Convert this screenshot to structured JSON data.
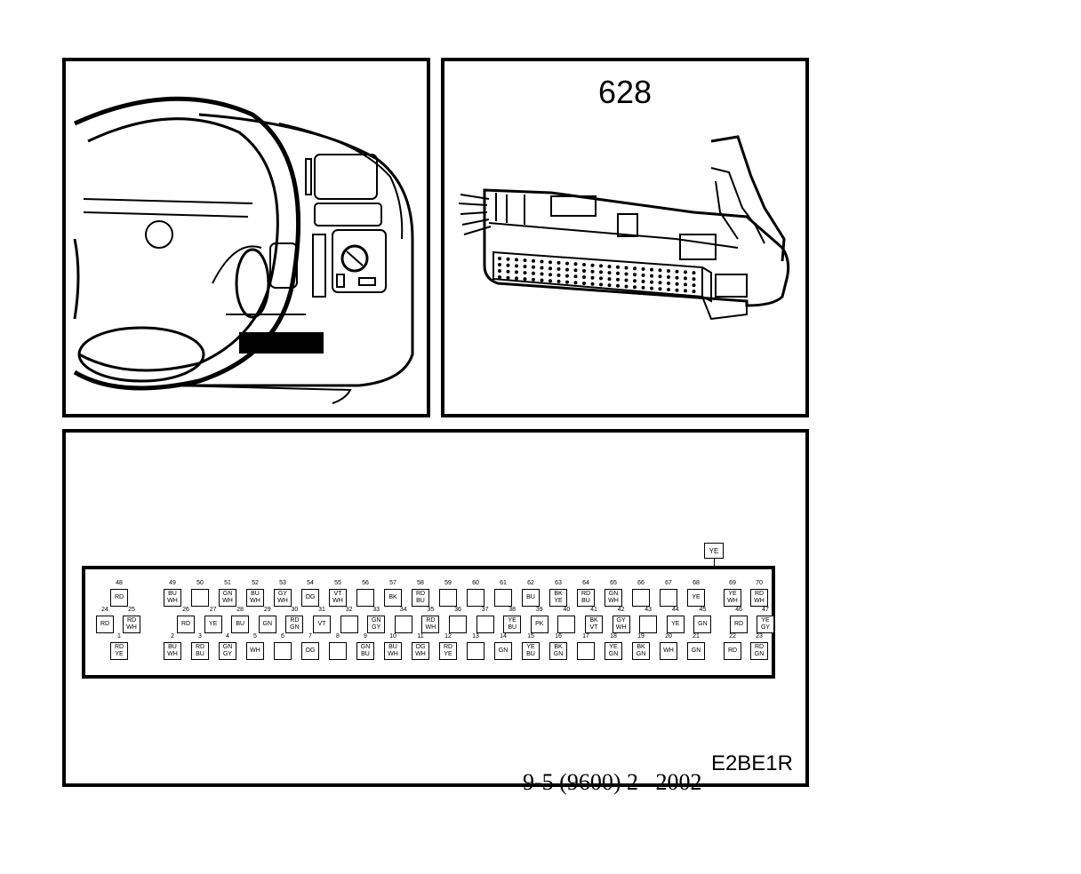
{
  "connector_number": "628",
  "diagram_code": "E2BE1R",
  "footer_text": "9-5 (9600) 2   2002",
  "extra_pin_label": "YE",
  "rows": {
    "top": [
      {
        "n": "48",
        "c": [
          "RD"
        ]
      },
      {
        "n": "49",
        "c": [
          "BU",
          "WH"
        ]
      },
      {
        "n": "50",
        "c": []
      },
      {
        "n": "51",
        "c": [
          "GN",
          "WH"
        ]
      },
      {
        "n": "52",
        "c": [
          "BU",
          "WH"
        ]
      },
      {
        "n": "53",
        "c": [
          "GY",
          "WH"
        ]
      },
      {
        "n": "54",
        "c": [
          "OG"
        ]
      },
      {
        "n": "55",
        "c": [
          "VT",
          "WH"
        ]
      },
      {
        "n": "56",
        "c": []
      },
      {
        "n": "57",
        "c": [
          "BK"
        ]
      },
      {
        "n": "58",
        "c": [
          "RD",
          "BU"
        ]
      },
      {
        "n": "59",
        "c": []
      },
      {
        "n": "60",
        "c": []
      },
      {
        "n": "61",
        "c": []
      },
      {
        "n": "62",
        "c": [
          "BU"
        ]
      },
      {
        "n": "63",
        "c": [
          "BK",
          "YE"
        ]
      },
      {
        "n": "64",
        "c": [
          "RD",
          "BU"
        ]
      },
      {
        "n": "65",
        "c": [
          "GN",
          "WH"
        ]
      },
      {
        "n": "66",
        "c": []
      },
      {
        "n": "67",
        "c": []
      },
      {
        "n": "68",
        "c": [
          "YE"
        ]
      },
      {
        "n": "69",
        "c": [
          "YE",
          "WH"
        ]
      },
      {
        "n": "70",
        "c": [
          "RD",
          "WH"
        ]
      }
    ],
    "middle": [
      {
        "n": "24",
        "c": [
          "RD"
        ]
      },
      {
        "n": "25",
        "c": [
          "RD",
          "WH"
        ]
      },
      {
        "n": "26",
        "c": [
          "RD"
        ]
      },
      {
        "n": "27",
        "c": [
          "YE"
        ]
      },
      {
        "n": "28",
        "c": [
          "BU"
        ]
      },
      {
        "n": "29",
        "c": [
          "GN"
        ]
      },
      {
        "n": "30",
        "c": [
          "RD",
          "GN"
        ]
      },
      {
        "n": "31",
        "c": [
          "VT"
        ]
      },
      {
        "n": "32",
        "c": []
      },
      {
        "n": "33",
        "c": [
          "GN",
          "GY"
        ]
      },
      {
        "n": "34",
        "c": []
      },
      {
        "n": "35",
        "c": [
          "RD",
          "WH"
        ]
      },
      {
        "n": "36",
        "c": []
      },
      {
        "n": "37",
        "c": []
      },
      {
        "n": "38",
        "c": [
          "YE",
          "BU"
        ]
      },
      {
        "n": "39",
        "c": [
          "PK"
        ]
      },
      {
        "n": "40",
        "c": []
      },
      {
        "n": "41",
        "c": [
          "BK",
          "VT"
        ]
      },
      {
        "n": "42",
        "c": [
          "GY",
          "WH"
        ]
      },
      {
        "n": "43",
        "c": []
      },
      {
        "n": "44",
        "c": [
          "YE"
        ]
      },
      {
        "n": "45",
        "c": [
          "GN"
        ]
      },
      {
        "n": "46",
        "c": [
          "RD"
        ]
      },
      {
        "n": "47",
        "c": [
          "YE",
          "GY"
        ]
      }
    ],
    "bottom": [
      {
        "n": "1",
        "c": [
          "RD",
          "YE"
        ]
      },
      {
        "n": "2",
        "c": [
          "BU",
          "WH"
        ]
      },
      {
        "n": "3",
        "c": [
          "RD",
          "BU"
        ]
      },
      {
        "n": "4",
        "c": [
          "GN",
          "GY"
        ]
      },
      {
        "n": "5",
        "c": [
          "WH"
        ]
      },
      {
        "n": "6",
        "c": []
      },
      {
        "n": "7",
        "c": [
          "OG"
        ]
      },
      {
        "n": "8",
        "c": []
      },
      {
        "n": "9",
        "c": [
          "GN",
          "BU"
        ]
      },
      {
        "n": "10",
        "c": [
          "BU",
          "WH"
        ]
      },
      {
        "n": "11",
        "c": [
          "OG",
          "WH"
        ]
      },
      {
        "n": "12",
        "c": [
          "RD",
          "YE"
        ]
      },
      {
        "n": "13",
        "c": []
      },
      {
        "n": "14",
        "c": [
          "GN"
        ]
      },
      {
        "n": "15",
        "c": [
          "YE",
          "BU"
        ]
      },
      {
        "n": "16",
        "c": [
          "BK",
          "GN"
        ]
      },
      {
        "n": "17",
        "c": []
      },
      {
        "n": "18",
        "c": [
          "YE",
          "GN"
        ]
      },
      {
        "n": "19",
        "c": [
          "BK",
          "GN"
        ]
      },
      {
        "n": "20",
        "c": [
          "WH"
        ]
      },
      {
        "n": "21",
        "c": [
          "GN"
        ]
      },
      {
        "n": "22",
        "c": [
          "RD"
        ]
      },
      {
        "n": "23",
        "c": [
          "RD",
          "GN"
        ]
      }
    ]
  }
}
